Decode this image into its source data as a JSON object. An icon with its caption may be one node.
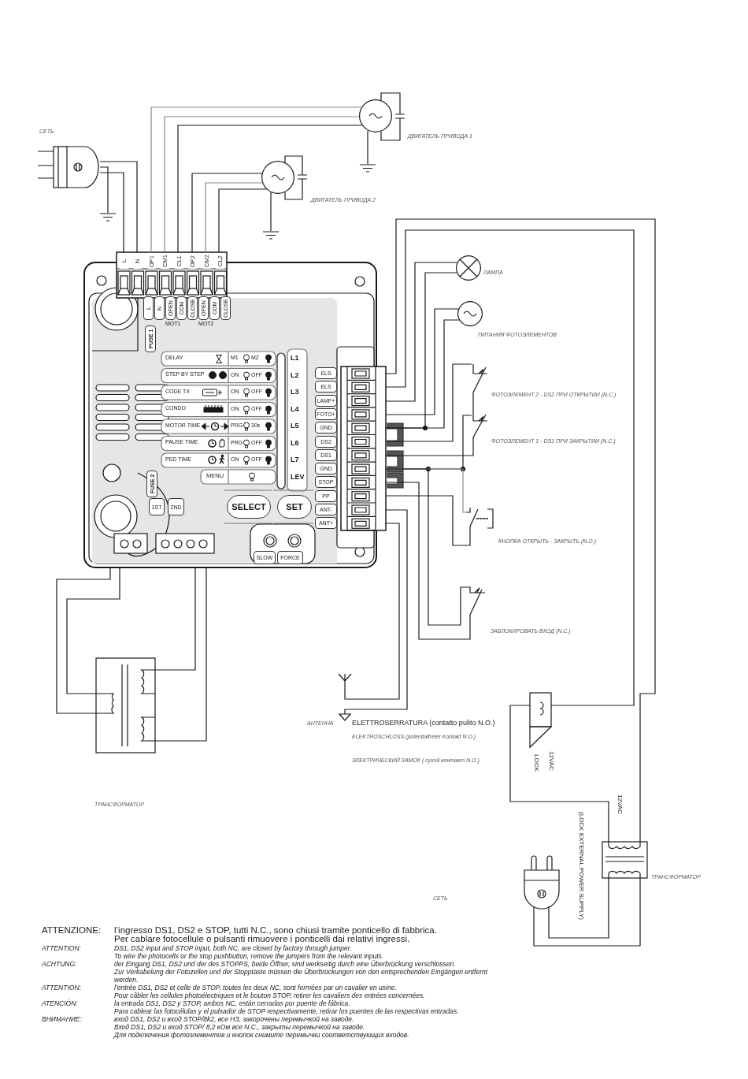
{
  "diagram": {
    "nodes": [
      {
        "text": [],
        "shape": "picture",
        "beside": [
          "СЕТЬ"
        ]
      },
      {
        "text": [],
        "shape": "picture"
      },
      {
        "text": [],
        "shape": "circle",
        "beside": [
          "ДВИГАТЕЛЬ ПРИВОДА 1"
        ]
      },
      {
        "text": [],
        "shape": "picture"
      },
      {
        "text": [],
        "shape": "circle",
        "beside": [
          "ДВИГАТЕЛЬ ПРИВОДА 2"
        ]
      },
      {
        "text": [],
        "shape": "picture"
      },
      {
        "text": [],
        "shape": "box"
      },
      {
        "text": [
          "L",
          "N",
          "OP1",
          "CM1",
          "CL1",
          "OP2",
          "CM2",
          "CL2"
        ]
      },
      {
        "text": [],
        "shape": "bar"
      },
      {
        "text": [],
        "shape": "circle",
        "beside": [
          "ЛАМПА"
        ]
      },
      {
        "text": [],
        "shape": "circle",
        "beside": [
          "ПИТАНИЯ ФОТОЭЛЕМЕНТОВ"
        ]
      },
      {
        "text": [],
        "shape": "picture",
        "beside": [
          "ФОТОЭЛЕМЕНТ 2 - DS2 ПРИ ОТКРЫТИИ (N.C.)"
        ]
      },
      {
        "text": [],
        "shape": "picture",
        "beside": [
          "ФОТОЭЛЕМЕНТ 1 - DS1 ПРИ ЗАКРЫТИИ (N.C.)"
        ]
      },
      {
        "text": [],
        "shape": "picture",
        "beside": [
          "КНОПКА ОТКРЫТЬ - ЗАКРЫТЬ (N.O.)"
        ]
      },
      {
        "text": [],
        "shape": "picture",
        "beside": [
          "ЗАБЛОКИРОВАТЬ ВХОД (N.C.)"
        ]
      },
      {
        "text": [],
        "shape": "picture"
      },
      {
        "text": [],
        "shape": "picture"
      },
      {
        "text": [],
        "shape": "picture",
        "beside": [
          "LOCK",
          "12VAC"
        ]
      },
      {
        "text": [],
        "shape": "picture",
        "beside": [
          "ТРАНСФОРМАТОР"
        ]
      },
      {
        "text": [],
        "shape": "picture"
      },
      {
        "text": [],
        "shape": "picture"
      }
    ],
    "edges": [
      {
        "from": 0,
        "to": 7,
        "arrow": "none"
      },
      {
        "from": 0,
        "to": 7,
        "arrow": "none"
      },
      {
        "from": 0,
        "to": 1,
        "arrow": "none"
      },
      {
        "from": 2,
        "to": 7,
        "arrow": "none",
        "color": "#8a8a8a"
      },
      {
        "from": 2,
        "to": 7,
        "arrow": "none",
        "color": "#8a8a8a"
      },
      {
        "from": 2,
        "to": 7,
        "arrow": "none"
      },
      {
        "from": 2,
        "to": 3,
        "arrow": "none"
      },
      {
        "from": 4,
        "to": 7,
        "arrow": "none"
      },
      {
        "from": 4,
        "to": 7,
        "arrow": "none",
        "color": "#8a8a8a"
      },
      {
        "from": 4,
        "to": 7,
        "arrow": "none"
      },
      {
        "from": 4,
        "to": 5,
        "arrow": "none"
      },
      {
        "from": 8,
        "to": 18,
        "arrow": "none"
      },
      {
        "from": 8,
        "to": 17,
        "arrow": "none"
      },
      {
        "from": 8,
        "to": 9,
        "arrow": "none"
      },
      {
        "from": 8,
        "to": 9,
        "arrow": "none"
      },
      {
        "from": 8,
        "to": 10,
        "arrow": "none"
      },
      {
        "from": 8,
        "to": 10,
        "arrow": "none"
      },
      {
        "from": 8,
        "to": 11,
        "arrow": "none"
      },
      {
        "from": 8,
        "to": 12,
        "arrow": "none"
      },
      {
        "from": 8,
        "to": 12,
        "arrow": "none"
      },
      {
        "from": 11,
        "to": 12,
        "arrow": "none"
      },
      {
        "from": 8,
        "to": 13,
        "arrow": "none"
      },
      {
        "from": 8,
        "to": 13,
        "arrow": "none",
        "color": "#8a8a8a"
      },
      {
        "from": 8,
        "to": 14,
        "arrow": "none"
      },
      {
        "from": 8,
        "to": 14,
        "arrow": "none"
      },
      {
        "from": 8,
        "to": 16,
        "arrow": "none"
      },
      {
        "from": 8,
        "to": 15,
        "arrow": "none"
      },
      {
        "from": 17,
        "to": 18,
        "arrow": "none"
      },
      {
        "from": 18,
        "to": 19,
        "arrow": "none"
      },
      {
        "from": 18,
        "to": 19,
        "arrow": "none"
      },
      {
        "from": 6,
        "to": 20,
        "arrow": "none"
      },
      {
        "from": 6,
        "to": 20,
        "arrow": "none"
      },
      {
        "from": 6,
        "to": 20,
        "arrow": "none"
      },
      {
        "from": 6,
        "to": 20,
        "arrow": "none"
      }
    ],
    "labels": [
      "L",
      "N",
      "OPEN",
      "COM",
      "CLOSE",
      "OPEN",
      "COM",
      "CLOSE",
      "MOT1",
      "MOT2",
      "FUSE 1",
      "DELAY",
      "M1",
      "M2",
      "STEP BY STEP",
      "ON",
      "OFF",
      "CODE TX",
      "ON",
      "OFF",
      "CONDO",
      "ON",
      "OFF",
      "MOTOR TIME",
      "PRG",
      "30s",
      "PAUSE TIME",
      "PRG",
      "OFF",
      "PED TIME",
      "ON",
      "OFF",
      "MENU",
      "L1",
      "L2",
      "L3",
      "L4",
      "L5",
      "L6",
      "L7",
      "LEV",
      "ELS",
      "ELS",
      "LAMP+",
      "FOTO+",
      "GND",
      "DS2",
      "DS1",
      "GND",
      "STOP",
      "PP",
      "ANT-",
      "ANT+",
      "FUSE 2",
      "1ST",
      "2ND",
      "SELECT",
      "SET",
      "SLOW",
      "FORCE",
      "ELETTROSERRATURA (contatto pulito N.O.)",
      "ELEKTROSCHLOSS (potentialfreier Kontakt N.O.)",
      "ЭЛЕКТРИЧЕСКИЙ ЗАМОК ( сухой контакт N.O.)",
      "12VAC",
      "(LOCK EXTERNAL POWER SUPPLY)",
      "ATTENZIONE:",
      "l’ingresso DS1, DS2 e STOP, tutti N.C., sono chiusi tramite ponticello di fabbrica.",
      "Per cablare fotocellule o pulsanti rimuovere i ponticelli dai relativi ingressi.",
      "ATTENTION:",
      "DS1, DS2 input and STOP input, both NC, are closed by factory through jumper.",
      "To wire the photocells or the stop pushbutton, remove the jumpers from the relevant inputs.",
      "ACHTUNG:",
      "der Eingang DS1, DS2 und der des STOPPS, beide Öffner, sind werkseitig durch eine Überbrückung verschlossen.",
      "Zur Verkabelung der Fotozellen und der Stopptaste müssen die Überbrückungen von den entsprechenden Eingängen entfernt werden.",
      "ATTENTION:",
      "l’entrée DS1, DS2 et celle de STOP, toutes les deux NC, sont fermées par un cavalier en usine.",
      "Pour câbler les cellules photoélectriques et le bouton STOP, retirer les cavaliers des entrées concernées.",
      "ATENCIÓN:",
      "la entrada DS1, DS2 y STOP, ambos NC, están cerradas por puente de fábrica.",
      "Para cablear las fotocélulas y el pulsador de STOP respectivamente, retirar los puentes de las respectivas entradas.",
      "ВНИМАНИЕ:",
      "вход DS1, DS2 и вход STOP/8k2, все НЗ, закорочены перемычкой на заводе.",
      "Вход DS1, DS2 и вход STOP/ 8,2 кОм все N.C., закрыты перемычкой на заводе.",
      "Для подключения фотоэлементов и кнопок снимите перемычки соответствующих входов.",
      "АНТЕННА",
      "ТРАНСФОРМАТОР",
      "СЕТЬ"
    ]
  }
}
